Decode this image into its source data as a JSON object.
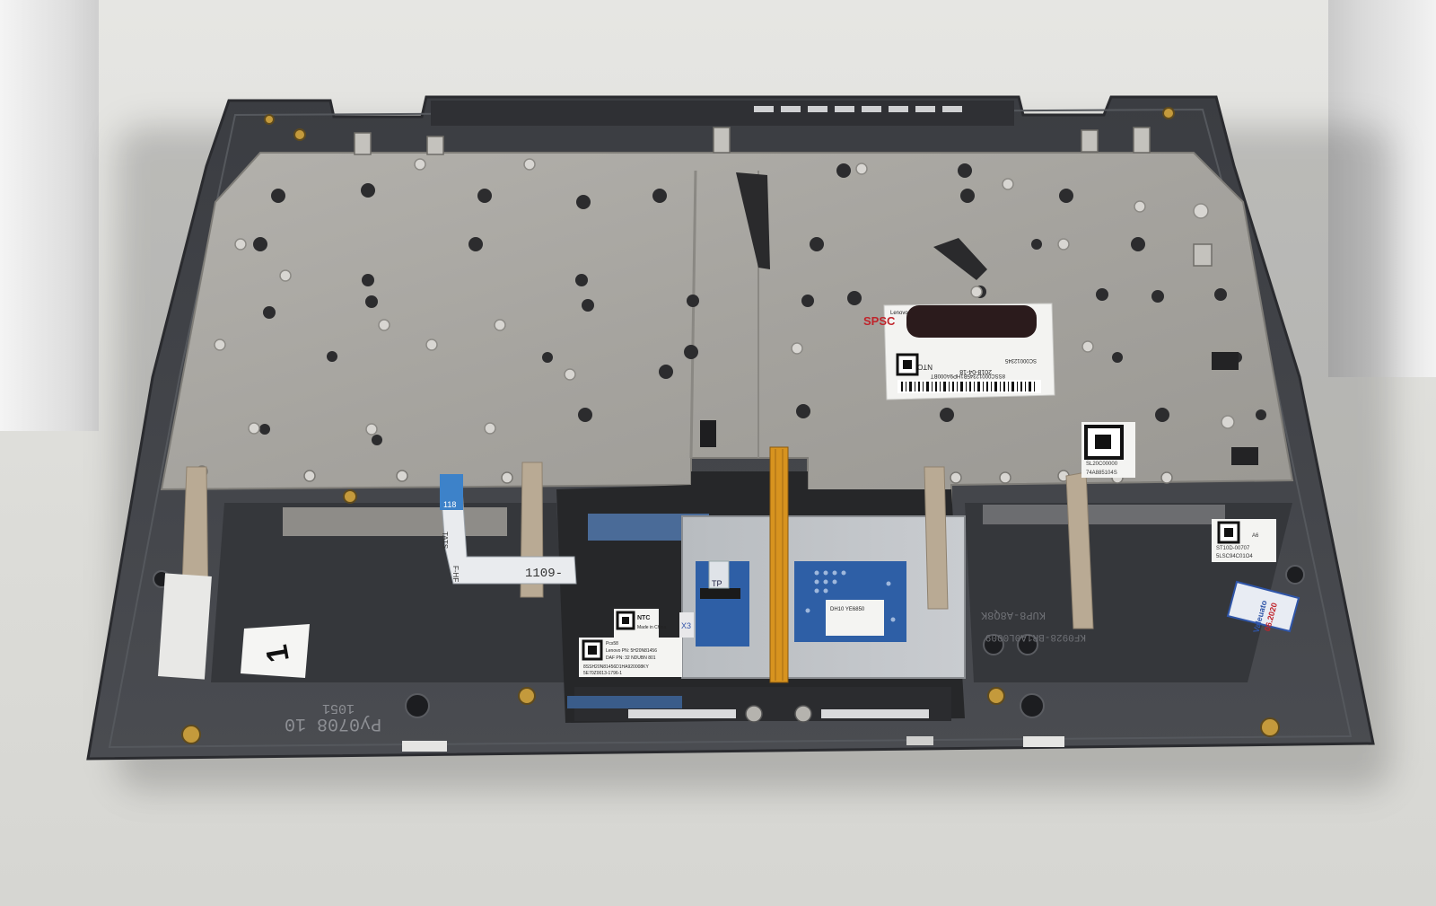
{
  "labels": {
    "lenovo_top": "Lenovo",
    "spsc": "SPSC",
    "ntc_main": "NTC",
    "date_code": "2018-04-18",
    "barcode_main": "8SSC00012345B1HP9A000BT",
    "part_small": "SC00012345",
    "fru_code": "SL20C00000",
    "serial_right": "74A885104S",
    "right_label_1": "ST10D-00707",
    "right_label_2": "5LSC94C01O4",
    "right_label_3": "A6",
    "cable_1109": "1109-",
    "cable_tats": "TATS",
    "cable_ff": "F-HF",
    "cable_118": "118",
    "tp_label": "TP",
    "ntc_bottom": "NTC",
    "made_in": "Made in China",
    "pcsb": "Pcs58",
    "lenovo_pn": "Lenovo PN: 5H20N81456",
    "daf_pn": "DAF PN: 32 NDUBN 801",
    "sn_line": "8SSH20N81456D1HA920008KY",
    "lot_line": "5E70Z0013-1796-1",
    "chip_label": "DH10 YE6850",
    "sticker_number": "1",
    "mold_code_1": "1051",
    "mold_code_2": "Py0708 10",
    "stamp_1": "Valeuato",
    "stamp_2": "06.2020",
    "mold_right": "KUP8-A8Q8K",
    "mold_right_2": "KF0928-BR1A0L0009",
    "sticker_x": "X3"
  },
  "colors": {
    "frame": "#3f4146",
    "metal_plate": "#a8a6a1",
    "touchpad_pcb": "#2e5fa6",
    "flex_cable": "#d7931f",
    "label_white": "#f3f3f1",
    "spsc_red": "#c0242b"
  }
}
